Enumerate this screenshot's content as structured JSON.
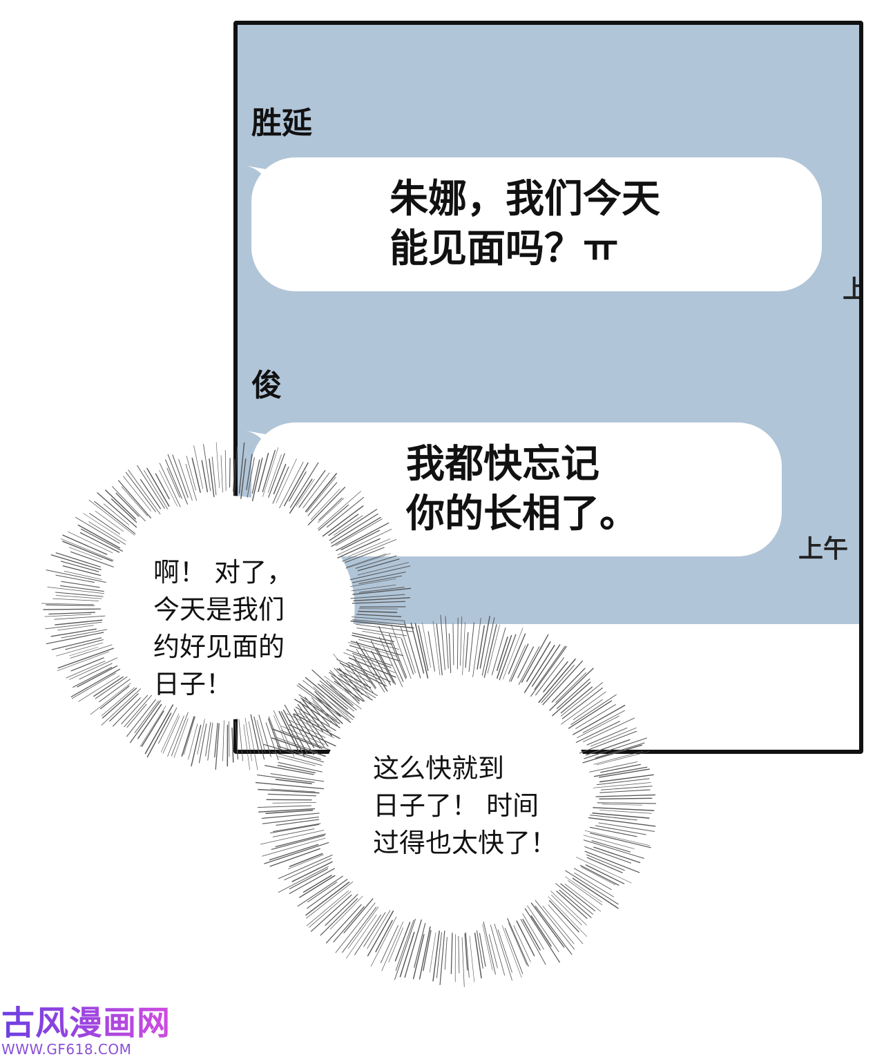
{
  "chat": {
    "messages": [
      {
        "sender": "胜延",
        "text": "朱娜，我们今天\n能见面吗？ㅠ",
        "time": "上"
      },
      {
        "sender": "俊",
        "text": "我都快忘记\n你的长相了。",
        "time": "上午"
      }
    ]
  },
  "thoughts": [
    {
      "text": "啊！ 对了，\n今天是我们\n约好见面的\n日子！"
    },
    {
      "text": "这么快就到\n日子了！ 时间\n过得也太快了！"
    }
  ],
  "watermark": {
    "logo": "古风漫画网",
    "url": "WWW.GF618.COM"
  },
  "colors": {
    "chat_background": "#b1c5d8",
    "frame": "#111111",
    "bubble": "#ffffff"
  }
}
